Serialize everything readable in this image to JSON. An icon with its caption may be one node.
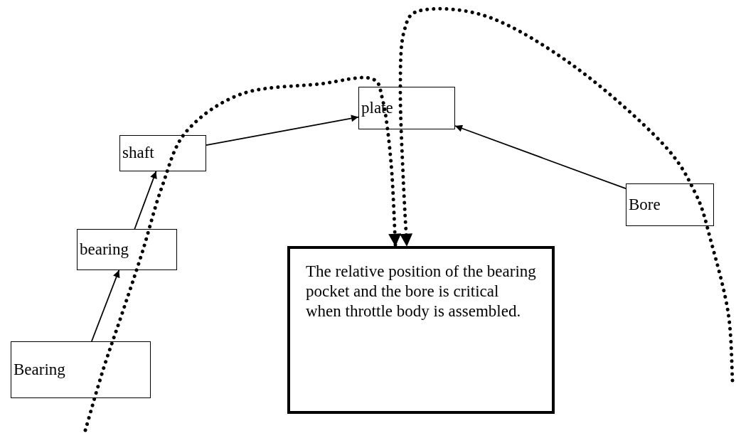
{
  "diagram": {
    "nodes": [
      {
        "text": [
          "Bearing"
        ]
      },
      {
        "text": [
          "bearing"
        ]
      },
      {
        "text": [
          "shaft"
        ]
      },
      {
        "text": [
          "plate"
        ]
      },
      {
        "text": [
          "Bore"
        ]
      },
      {
        "text": [
          "The relative position of the bearing pocket and the bore is critical when throttle body is assembled."
        ]
      }
    ],
    "edges": [
      {
        "from": 0,
        "to": 1,
        "arrow": "to"
      },
      {
        "from": 1,
        "to": 2,
        "arrow": "to"
      },
      {
        "from": 2,
        "to": 3,
        "arrow": "to"
      },
      {
        "from": 4,
        "to": 3,
        "arrow": "to"
      },
      {
        "from": null,
        "to": 5,
        "arrow": "to",
        "style": "dashed"
      },
      {
        "from": null,
        "to": 5,
        "arrow": "to",
        "style": "dashed"
      }
    ]
  }
}
